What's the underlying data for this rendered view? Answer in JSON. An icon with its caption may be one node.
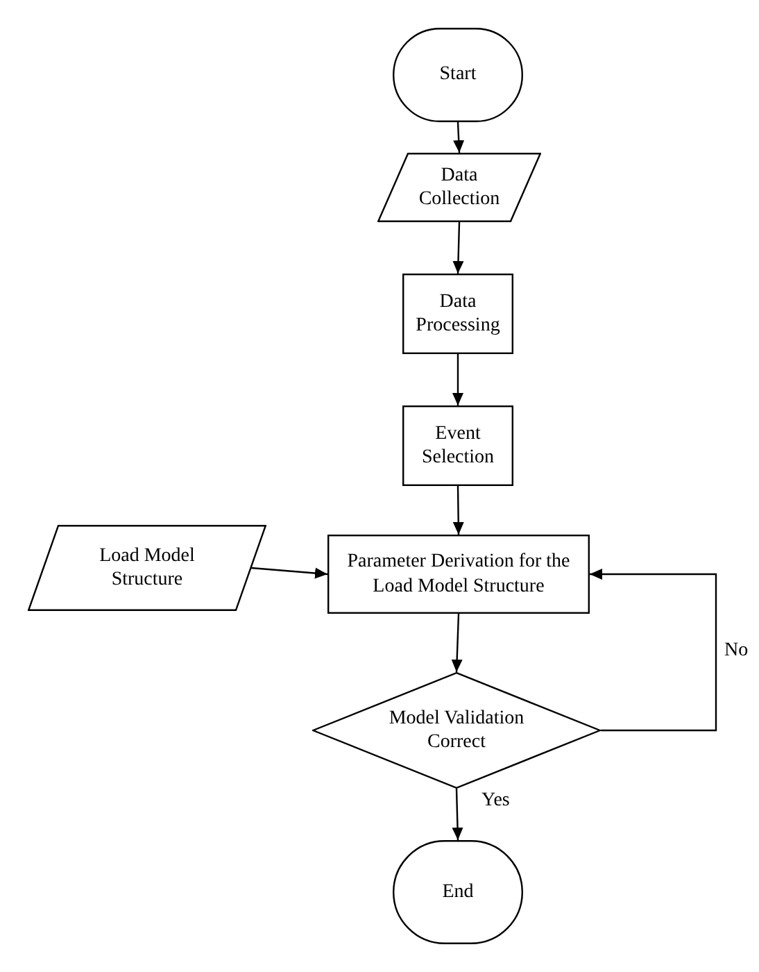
{
  "diagram": {
    "nodes": [
      {
        "text": [
          "Start"
        ]
      },
      {
        "text": [
          "Data Collection"
        ]
      },
      {
        "text": [
          "Data Processing"
        ]
      },
      {
        "text": [
          "Event Selection"
        ]
      },
      {
        "text": [
          "Parameter Derivation for the Load Model Structure"
        ]
      },
      {
        "text": [
          "Load Model Structure"
        ]
      },
      {
        "text": [
          "Model Validation Correct"
        ]
      },
      {
        "text": [
          "End"
        ]
      }
    ],
    "edges": [
      {
        "from": 0,
        "to": 1,
        "arrow": "to"
      },
      {
        "from": 1,
        "to": 2,
        "arrow": "to"
      },
      {
        "from": 2,
        "to": 3,
        "arrow": "to"
      },
      {
        "from": 3,
        "to": 4,
        "arrow": "to"
      },
      {
        "from": 5,
        "to": 4,
        "arrow": "to"
      },
      {
        "from": 4,
        "to": 6,
        "arrow": "to"
      },
      {
        "from": 6,
        "to": 4,
        "arrow": "to",
        "label": "No"
      },
      {
        "from": 6,
        "to": 7,
        "arrow": "to",
        "label": "Yes"
      }
    ]
  }
}
